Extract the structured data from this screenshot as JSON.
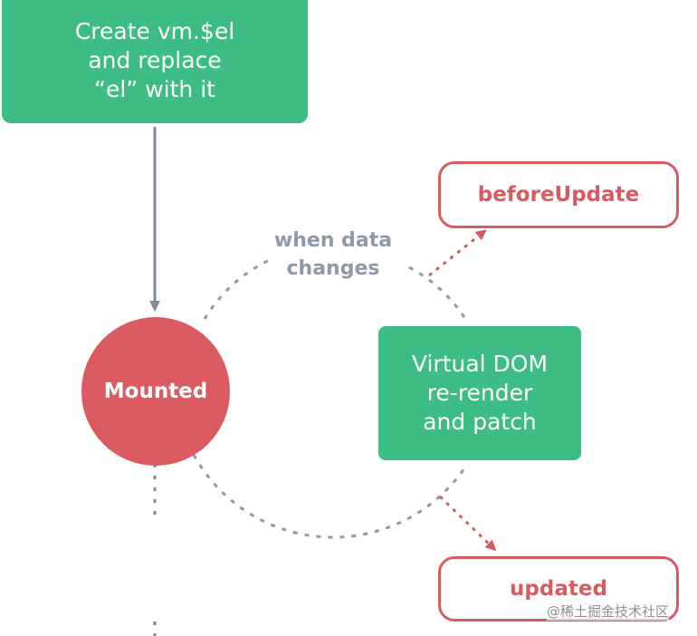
{
  "create_box": {
    "lines": [
      "Create vm.$el",
      "and replace",
      "“el” with it"
    ]
  },
  "mounted": {
    "label": "Mounted"
  },
  "data_change_label": {
    "lines": [
      "when data",
      "changes"
    ]
  },
  "virtual_dom_box": {
    "lines": [
      "Virtual DOM",
      "re-render",
      "and patch"
    ]
  },
  "before_update": {
    "label": "beforeUpdate"
  },
  "updated": {
    "label": "updated"
  },
  "watermark": {
    "text": "@稀土掘金技术社区"
  },
  "colors": {
    "green": "#3dbd83",
    "red": "#dc5a61",
    "red_outline": "#d65c62",
    "gray": "#8f9aa8",
    "arrow_blue_gray": "#7f8a9a"
  }
}
